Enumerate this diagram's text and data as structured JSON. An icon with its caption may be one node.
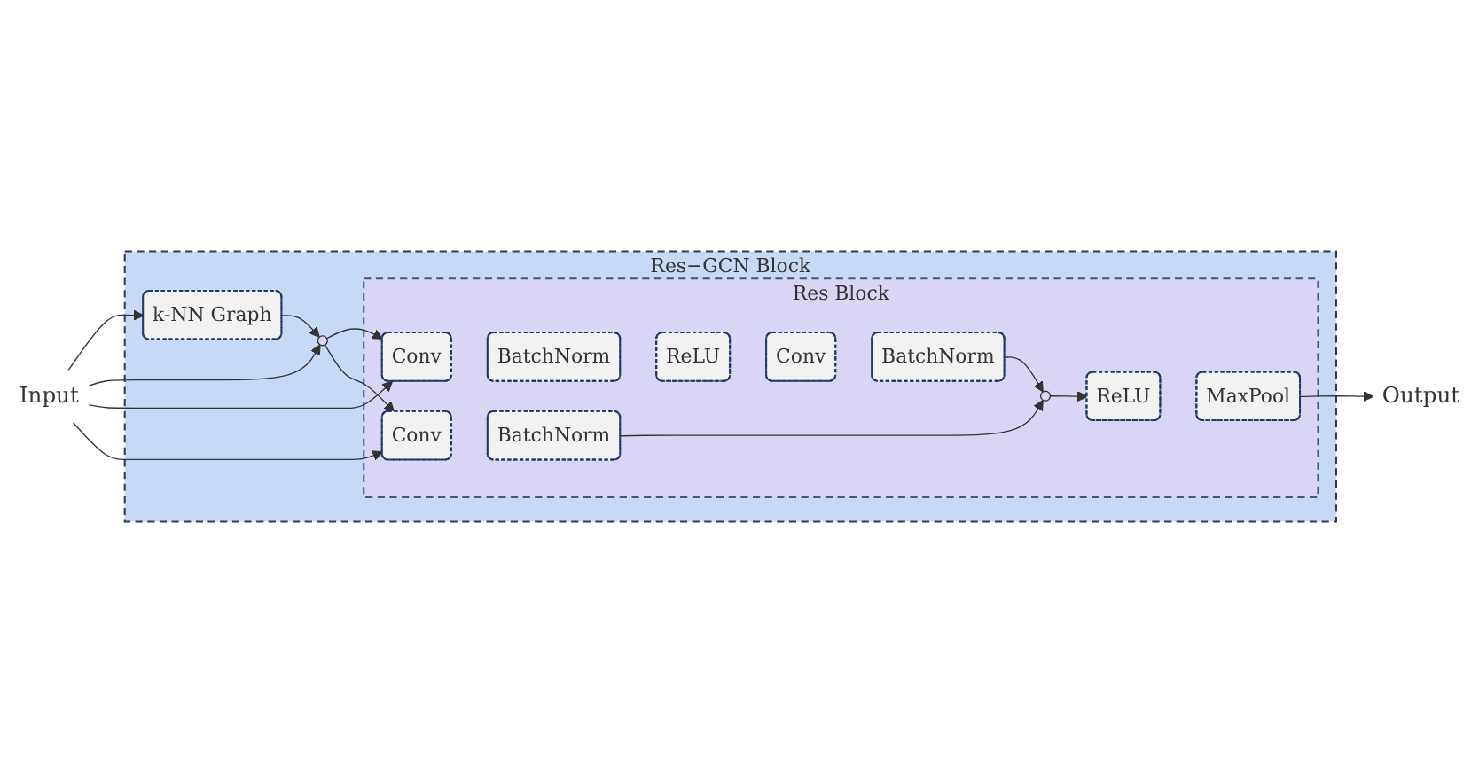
{
  "diagram": {
    "nodes": [
      {
        "text": [
          "Res−GCN Block"
        ]
      },
      {
        "text": [
          "Input"
        ]
      },
      {
        "text": [
          "k-NN Graph"
        ],
        "in": 0
      },
      {
        "text": [],
        "shape": "circle",
        "in": 0
      },
      {
        "text": [
          "Res Block"
        ],
        "in": 0
      },
      {
        "text": [
          "Conv"
        ],
        "in": 4
      },
      {
        "text": [
          "BatchNorm"
        ],
        "in": 4
      },
      {
        "text": [
          "ReLU"
        ],
        "in": 4
      },
      {
        "text": [
          "Conv"
        ],
        "in": 4
      },
      {
        "text": [
          "BatchNorm"
        ],
        "in": 4
      },
      {
        "text": [],
        "shape": "circle",
        "in": 4
      },
      {
        "text": [
          "ReLU"
        ],
        "in": 4
      },
      {
        "text": [
          "MaxPool"
        ],
        "in": 4
      },
      {
        "text": [
          "Conv"
        ],
        "in": 4
      },
      {
        "text": [
          "BatchNorm"
        ],
        "in": 4
      },
      {
        "text": [
          "Output"
        ]
      }
    ],
    "edges": [
      {
        "from": 1,
        "to": 2,
        "arrow": "to"
      },
      {
        "from": 1,
        "to": 3,
        "arrow": "to"
      },
      {
        "from": 2,
        "to": 3,
        "arrow": "to"
      },
      {
        "from": 3,
        "to": 5,
        "arrow": "to"
      },
      {
        "from": 1,
        "to": 5,
        "arrow": "to"
      },
      {
        "from": 1,
        "to": 13,
        "arrow": "to"
      },
      {
        "from": 3,
        "to": 13,
        "arrow": "to"
      },
      {
        "from": 9,
        "to": 10,
        "arrow": "to"
      },
      {
        "from": 14,
        "to": 10,
        "arrow": "to"
      },
      {
        "from": 10,
        "to": 11,
        "arrow": "to"
      },
      {
        "from": 12,
        "to": 15,
        "arrow": "to"
      }
    ]
  }
}
